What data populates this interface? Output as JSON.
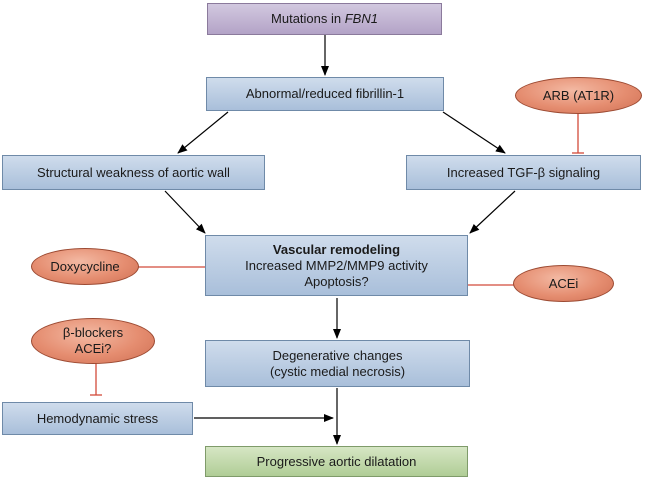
{
  "nodes": {
    "mutations": {
      "prefix": "Mutations in ",
      "gene": "FBN1"
    },
    "fibrillin": "Abnormal/reduced fibrillin-1",
    "structural": "Structural weakness of aortic wall",
    "tgf": "Increased TGF-β signaling",
    "remodeling": {
      "title": "Vascular remodeling",
      "line1": "Increased MMP2/MMP9 activity",
      "line2": "Apoptosis?"
    },
    "degenerative": {
      "line1": "Degenerative changes",
      "line2": "(cystic medial necrosis)"
    },
    "hemodynamic": "Hemodynamic stress",
    "dilatation": "Progressive aortic dilatation"
  },
  "inhibitors": {
    "arb": "ARB (AT1R)",
    "doxycycline": "Doxycycline",
    "acei": "ACEi",
    "beta_blockers": {
      "line1": "β-blockers",
      "line2": "ACEi?"
    }
  },
  "colors": {
    "box_blue": "#b9cce3",
    "box_purple": "#c3b5d5",
    "box_green": "#c2d9ac",
    "inhibitor_oval": "#e58d70",
    "inhibition_line": "#d24a3a",
    "arrow": "#000000"
  }
}
